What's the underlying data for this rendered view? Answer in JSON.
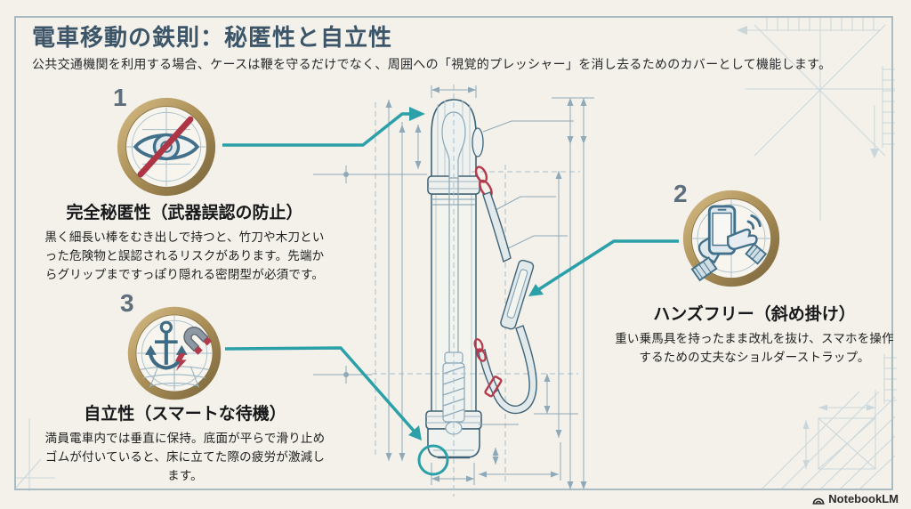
{
  "header": {
    "title": "電車移動の鉄則：秘匿性と自立性",
    "subtitle": "公共交通機関を利用する場合、ケースは鞭を守るだけでなく、周囲への「視覚的プレッシャー」を消し去るためのカバーとして機能します。"
  },
  "callouts": [
    {
      "number": "1",
      "title": "完全秘匿性（武器誤認の防止）",
      "body": "黒く細長い棒をむき出しで持つと、竹刀や木刀といった危険物と誤認されるリスクがあります。先端からグリップまですっぽり隠れる密閉型が必須です。",
      "icon": "eye-slash-icon"
    },
    {
      "number": "2",
      "title": "ハンズフリー（斜め掛け）",
      "body": "重い乗馬具を持ったまま改札を抜け、スマホを操作するための丈夫なショルダーストラップ。",
      "icon": "hand-phone-icon"
    },
    {
      "number": "3",
      "title": "自立性（スマートな待機）",
      "body": "満員電車内では垂直に保持。底面が平らで滑り止めゴムが付いていると、床に立てた際の疲労が激減します。",
      "icon": "anchor-magnet-icon"
    }
  ],
  "footer": {
    "brand": "NotebookLM"
  },
  "colors": {
    "background": "#f3f1ea",
    "accent_teal": "#2ba0a8",
    "badge_gold": "#a98e56",
    "alert_red": "#b23b4b",
    "heading_ink": "#3c5568",
    "blueprint_line": "#8fa9b8"
  }
}
